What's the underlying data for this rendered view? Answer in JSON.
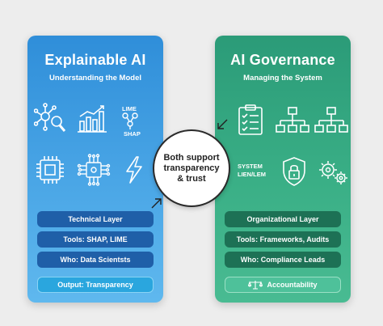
{
  "left_card": {
    "title": "Explainable AI",
    "subtitle": "Understanding the Model",
    "icons": [
      "network-magnifier-icon",
      "bar-chart-icon",
      "lime-shap-icon",
      "cpu-chip-icon",
      "circuit-chip-icon",
      "lightning-icon"
    ],
    "lime_label": "LIME",
    "shap_label": "SHAP",
    "pills": {
      "layer": "Technical Layer",
      "tools": "Tools: SHAP, LIME",
      "who": "Who: Data Scientsts",
      "output": "Output: Transparency"
    },
    "color": "#3a9be0"
  },
  "right_card": {
    "title": "AI Governance",
    "subtitle": "Managing the System",
    "icons": [
      "clipboard-checklist-icon",
      "org-chart-icon",
      "org-chart-icon",
      "system-text-icon",
      "shield-lock-icon",
      "gears-icon"
    ],
    "system_label_1": "SYSTEM",
    "system_label_2": "LIEN/LEM",
    "pills": {
      "layer": "Organizational Layer",
      "tools": "Tools: Frameworks, Audits",
      "who": "Who: Compliance Leads",
      "output": "Accountability"
    },
    "color": "#35a883"
  },
  "center": {
    "text": "Both support transparency & trust"
  }
}
